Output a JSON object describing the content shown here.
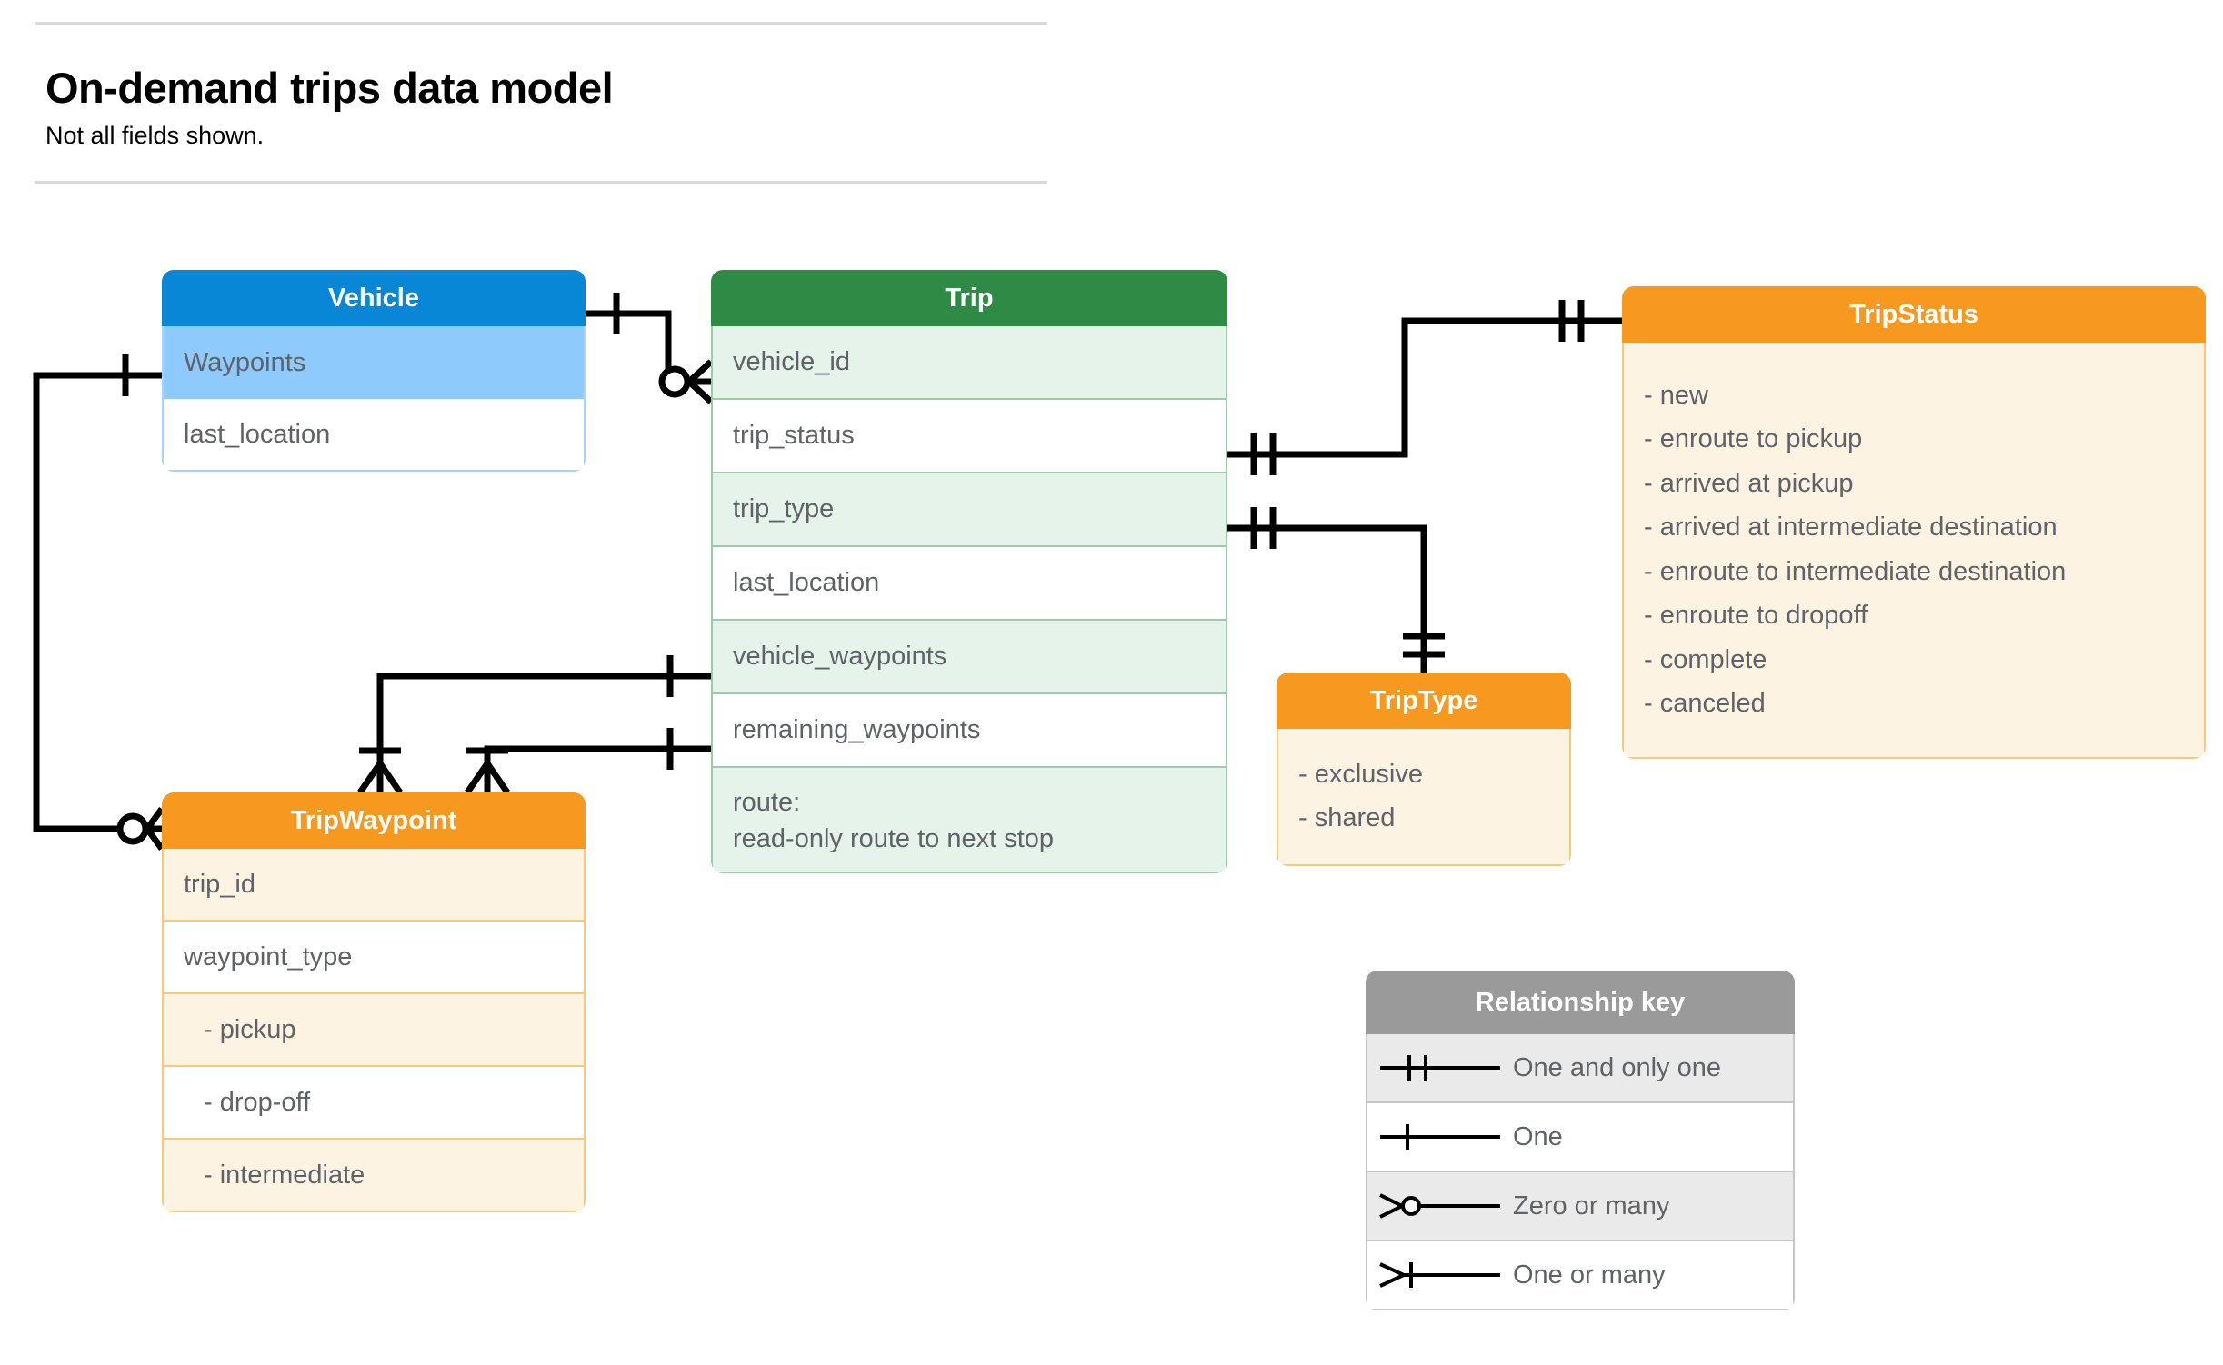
{
  "header": {
    "title": "On-demand trips data model",
    "subtitle": "Not all fields shown."
  },
  "entities": {
    "vehicle": {
      "title": "Vehicle",
      "header_color": "#0787D6",
      "rows": [
        "Waypoints",
        "last_location"
      ]
    },
    "trip": {
      "title": "Trip",
      "header_color": "#2E8B45",
      "rows": [
        "vehicle_id",
        "trip_status",
        "trip_type",
        "last_location",
        "vehicle_waypoints",
        "remaining_waypoints"
      ],
      "route_label": "route:",
      "route_description": "read-only route to next stop"
    },
    "trip_waypoint": {
      "title": "TripWaypoint",
      "header_color": "#F7991E",
      "rows": [
        "trip_id",
        "waypoint_type",
        "-  pickup",
        "-  drop-off",
        "-  intermediate"
      ]
    },
    "trip_type": {
      "title": "TripType",
      "header_color": "#F7991E",
      "values": [
        "- exclusive",
        "- shared"
      ]
    },
    "trip_status": {
      "title": "TripStatus",
      "header_color": "#F7991E",
      "values": [
        "- new",
        "- enroute to pickup",
        "- arrived at pickup",
        "- arrived at intermediate destination",
        "- enroute to intermediate destination",
        "- enroute to dropoff",
        "- complete",
        "- canceled"
      ]
    }
  },
  "relationship_key": {
    "title": "Relationship key",
    "header_color": "#9a9a9a",
    "rows": [
      {
        "symbol": "one-and-only-one",
        "label": "One and only one"
      },
      {
        "symbol": "one",
        "label": "One"
      },
      {
        "symbol": "zero-or-many",
        "label": "Zero or many"
      },
      {
        "symbol": "one-or-many",
        "label": "One or many"
      }
    ]
  },
  "relationships": [
    {
      "from": "Vehicle",
      "from_cardinality": "one",
      "to": "Trip.vehicle_id",
      "to_cardinality": "zero-or-many"
    },
    {
      "from": "Vehicle.Waypoints",
      "from_cardinality": "one",
      "to": "TripWaypoint",
      "to_cardinality": "zero-or-many"
    },
    {
      "from": "Trip.trip_status",
      "from_cardinality": "one-and-only-one",
      "to": "TripStatus",
      "to_cardinality": "one-and-only-one"
    },
    {
      "from": "Trip.trip_type",
      "from_cardinality": "one-and-only-one",
      "to": "TripType",
      "to_cardinality": "one-and-only-one"
    },
    {
      "from": "Trip.vehicle_waypoints",
      "from_cardinality": "one",
      "to": "TripWaypoint",
      "to_cardinality": "one-or-many"
    },
    {
      "from": "Trip.remaining_waypoints",
      "from_cardinality": "one",
      "to": "TripWaypoint",
      "to_cardinality": "one-or-many"
    }
  ],
  "colors": {
    "line": "#000000",
    "text_muted": "#5f6368",
    "divider": "#d9d9d9"
  }
}
